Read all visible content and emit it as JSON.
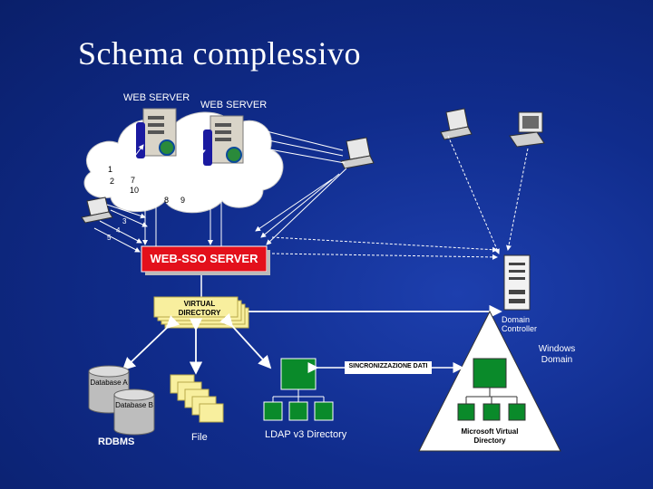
{
  "title": "Schema complessivo",
  "labels": {
    "web_server_1": "WEB SERVER",
    "web_server_2": "WEB SERVER",
    "sso_server": "WEB-SSO SERVER",
    "virtual_directory": "VIRTUAL DIRECTORY",
    "domain_controller": "Domain Controller",
    "windows_domain": "Windows Domain",
    "sync": "SINCRONIZZAZIONE DATI",
    "database_a": "Database A",
    "database_b": "Database B",
    "rdbms": "RDBMS",
    "file": "File",
    "ldap": "LDAP v3 Directory",
    "ms_virtual_directory": "Microsoft Virtual Directory"
  },
  "step_numbers": [
    "1",
    "2",
    "7",
    "10",
    "8",
    "9",
    "3",
    "4",
    "5"
  ],
  "colors": {
    "background": "#102c8c",
    "sso_box": "#e3101b",
    "directory_box": "#f8ef9e",
    "ldap_green": "#0a8a2a",
    "white": "#ffffff"
  }
}
